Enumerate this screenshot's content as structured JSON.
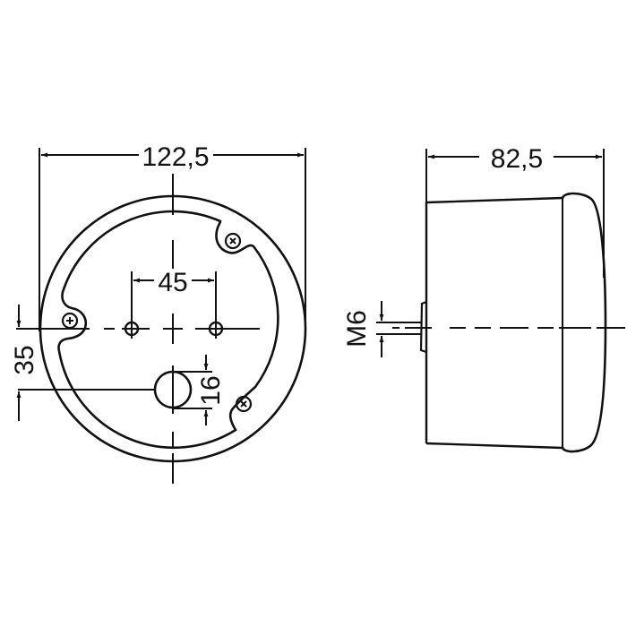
{
  "drawing": {
    "type": "technical drawing",
    "subject": "round lamp housing - front and side views",
    "colors": {
      "line": "#111111",
      "background": "#ffffff"
    }
  },
  "front_view": {
    "overall_diameter_label": "122,5",
    "hole_spacing_label": "45",
    "vertical_offset_label": "35",
    "center_hole_diameter_label": "16",
    "mounting_screws": 3,
    "small_holes": 2
  },
  "side_view": {
    "depth_label": "82,5",
    "thread_label": "M6"
  }
}
